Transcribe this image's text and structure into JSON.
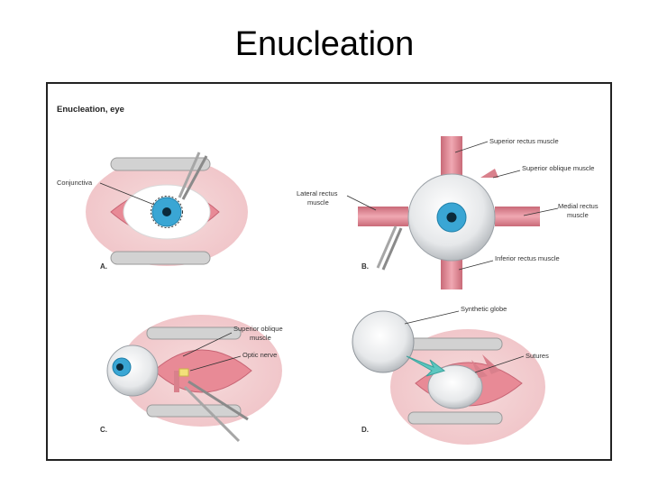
{
  "slide": {
    "title": "Enucleation"
  },
  "figure": {
    "title": "Enucleation, eye",
    "panels": {
      "a": {
        "letter": "A.",
        "labels": [
          "Conjunctiva"
        ]
      },
      "b": {
        "letter": "B.",
        "labels": {
          "superior_rectus": "Superior rectus muscle",
          "superior_oblique": "Superior oblique muscle",
          "lateral_rectus_1": "Lateral rectus",
          "lateral_rectus_2": "muscle",
          "medial_rectus_1": "Medial rectus",
          "medial_rectus_2": "muscle",
          "inferior_rectus": "Inferior rectus muscle"
        }
      },
      "c": {
        "letter": "C.",
        "labels": {
          "superior_oblique_1": "Superior oblique",
          "superior_oblique_2": "muscle",
          "optic_nerve": "Optic nerve"
        }
      },
      "d": {
        "letter": "D.",
        "labels": {
          "synthetic_globe": "Synthetic globe",
          "sutures": "Sutures"
        }
      }
    },
    "colors": {
      "muscle": "#d9808c",
      "iris": "#3aa6d4",
      "tissue": "#f2c6c8",
      "retractor": "#c8c8c8"
    }
  }
}
